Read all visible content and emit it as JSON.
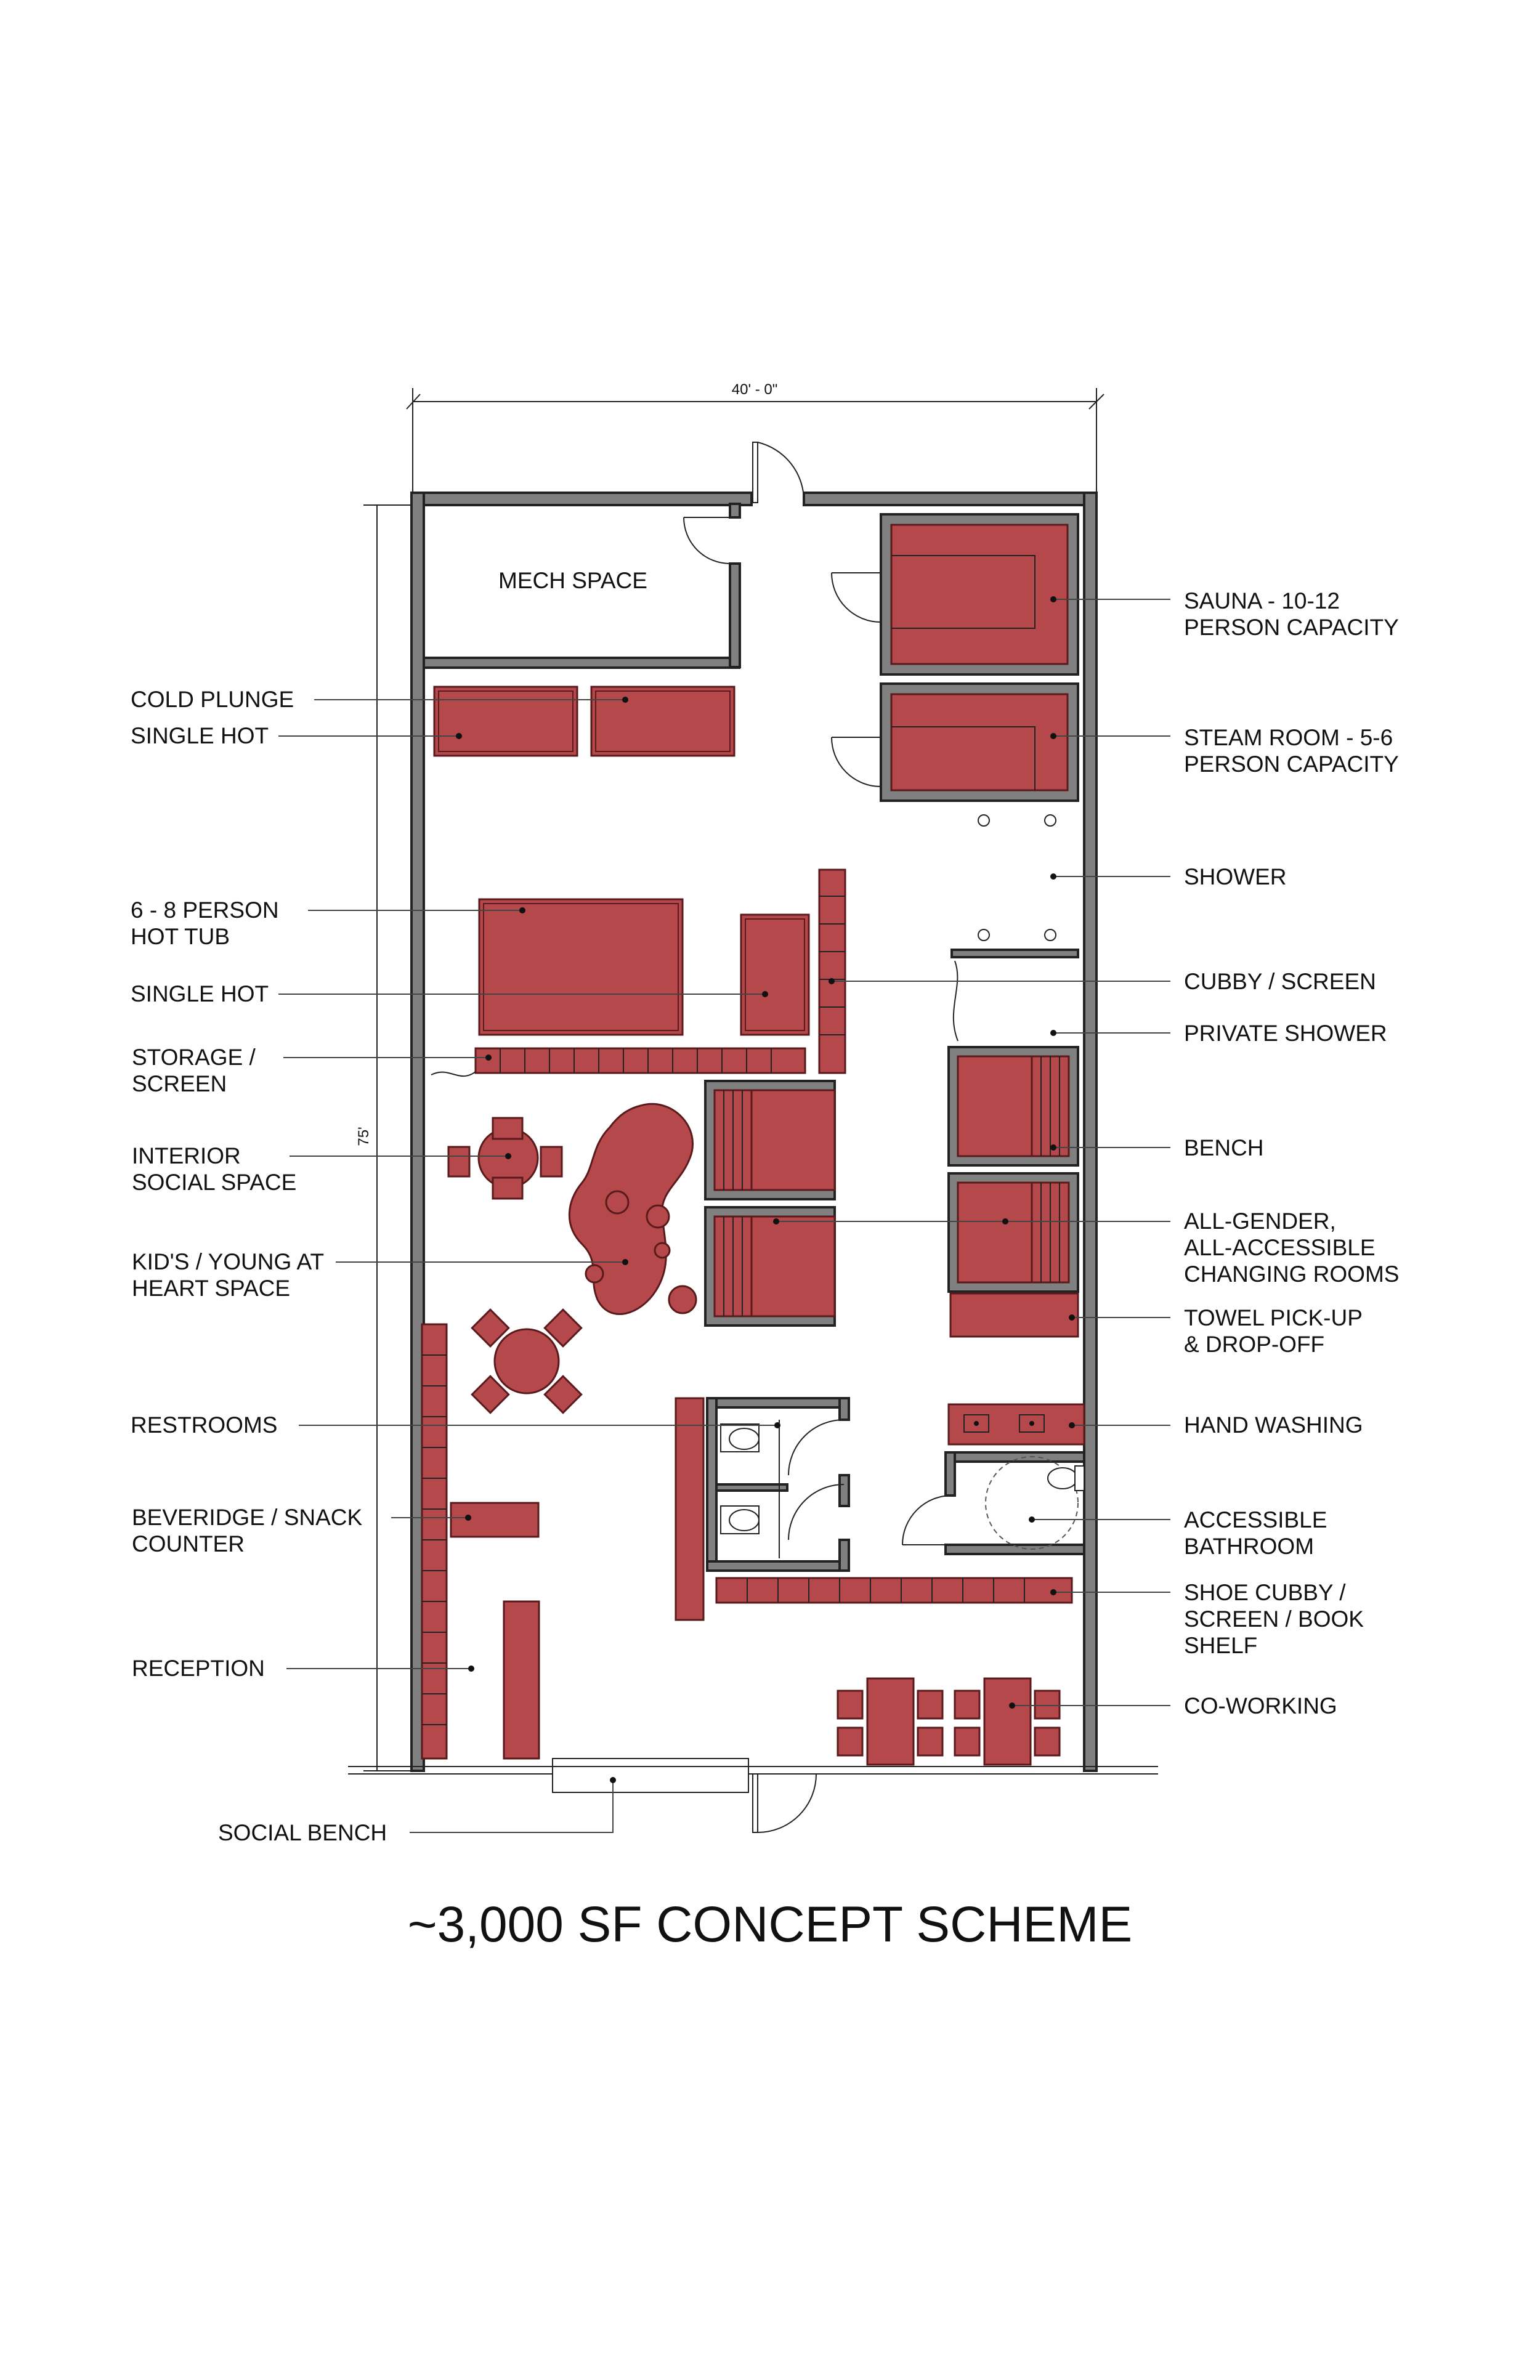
{
  "title": "~3,000 SF CONCEPT SCHEME",
  "dimensions": {
    "width": "40' - 0\"",
    "height": "75'"
  },
  "rooms": {
    "mech_space": "MECH SPACE"
  },
  "labels_left": [
    {
      "id": "cold-plunge",
      "lines": [
        "COLD PLUNGE"
      ]
    },
    {
      "id": "single-hot-1",
      "lines": [
        "SINGLE HOT"
      ]
    },
    {
      "id": "hot-tub",
      "lines": [
        "6 - 8 PERSON",
        "HOT TUB"
      ]
    },
    {
      "id": "single-hot-2",
      "lines": [
        "SINGLE HOT"
      ]
    },
    {
      "id": "storage-screen",
      "lines": [
        "STORAGE /",
        "SCREEN"
      ]
    },
    {
      "id": "interior-social-space",
      "lines": [
        "INTERIOR",
        "SOCIAL SPACE"
      ]
    },
    {
      "id": "kids-space",
      "lines": [
        "KID'S / YOUNG AT",
        "HEART SPACE"
      ]
    },
    {
      "id": "restrooms",
      "lines": [
        "RESTROOMS"
      ]
    },
    {
      "id": "beverage-counter",
      "lines": [
        "BEVERIDGE / SNACK",
        "COUNTER"
      ]
    },
    {
      "id": "reception",
      "lines": [
        "RECEPTION"
      ]
    },
    {
      "id": "social-bench",
      "lines": [
        "SOCIAL BENCH"
      ]
    }
  ],
  "labels_right": [
    {
      "id": "sauna",
      "lines": [
        "SAUNA - 10-12",
        "PERSON CAPACITY"
      ]
    },
    {
      "id": "steam-room",
      "lines": [
        "STEAM ROOM - 5-6",
        "PERSON CAPACITY"
      ]
    },
    {
      "id": "shower",
      "lines": [
        "SHOWER"
      ]
    },
    {
      "id": "cubby-screen",
      "lines": [
        "CUBBY / SCREEN"
      ]
    },
    {
      "id": "private-shower",
      "lines": [
        "PRIVATE SHOWER"
      ]
    },
    {
      "id": "bench",
      "lines": [
        "BENCH"
      ]
    },
    {
      "id": "changing-rooms",
      "lines": [
        "ALL-GENDER,",
        "ALL-ACCESSIBLE",
        "CHANGING ROOMS"
      ]
    },
    {
      "id": "towel",
      "lines": [
        "TOWEL PICK-UP",
        "& DROP-OFF"
      ]
    },
    {
      "id": "hand-washing",
      "lines": [
        "HAND WASHING"
      ]
    },
    {
      "id": "accessible-bathroom",
      "lines": [
        "ACCESSIBLE",
        "BATHROOM"
      ]
    },
    {
      "id": "shoe-cubby",
      "lines": [
        "SHOE CUBBY /",
        "SCREEN / BOOK",
        "SHELF"
      ]
    },
    {
      "id": "co-working",
      "lines": [
        "CO-WORKING"
      ]
    }
  ],
  "colors": {
    "furniture": "#b5484b",
    "walls": "#808080"
  }
}
